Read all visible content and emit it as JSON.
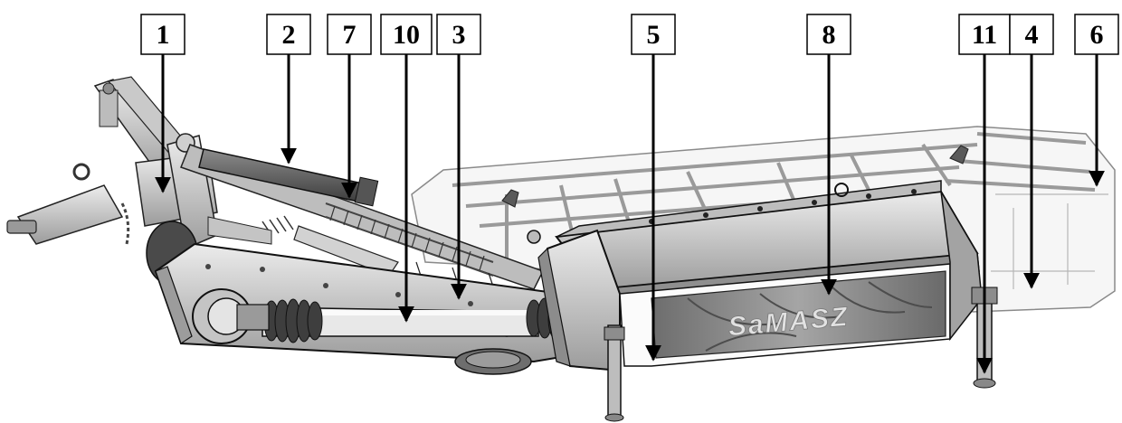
{
  "logo": {
    "text": "SaMASZ"
  },
  "callouts": [
    {
      "label": "1"
    },
    {
      "label": "2"
    },
    {
      "label": "7"
    },
    {
      "label": "10"
    },
    {
      "label": "3"
    },
    {
      "label": "5"
    },
    {
      "label": "8"
    },
    {
      "label": "11"
    },
    {
      "label": "4"
    },
    {
      "label": "6"
    }
  ],
  "colors": {
    "outline": "#000000",
    "metal_light": "#d9d9d9",
    "metal_mid": "#a9a9a9",
    "metal_dark": "#555555",
    "cover_fill": "#f4f4f4",
    "drum_fill": "#8a8a8a"
  }
}
